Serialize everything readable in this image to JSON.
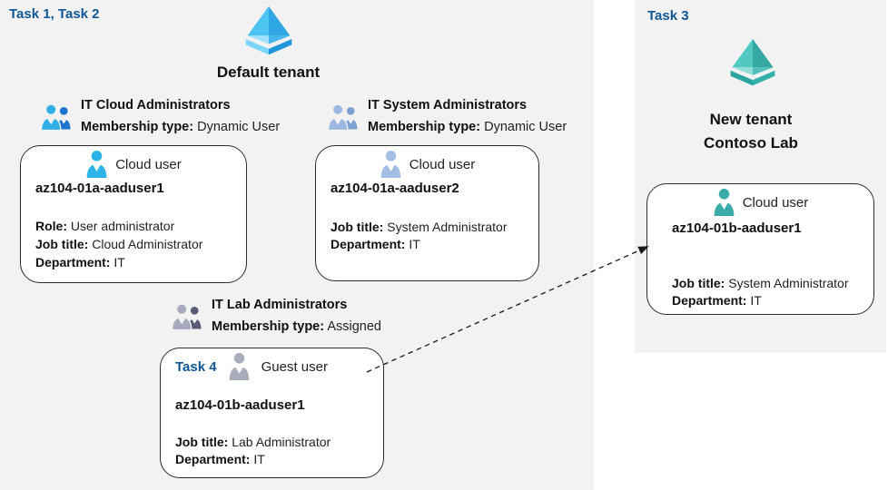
{
  "colors": {
    "panel_bg": "#f2f2f2",
    "task_label_blue": "#0f5796",
    "card_border": "#2b2b2b",
    "tenant_icon_blue_light_face": "#4cc3f1",
    "tenant_icon_blue_dark_face": "#2ea7e2",
    "tenant_icon_teal_light_face": "#52c8c2",
    "tenant_icon_teal_dark_face": "#35a8a3"
  },
  "left_panel": {
    "task_label": "Task 1, Task 2",
    "tenant": {
      "title": "Default tenant",
      "icon": "azure-tenant-pyramid-blue"
    },
    "groups": [
      {
        "title": "IT Cloud Administrators",
        "membership_label": "Membership type:",
        "membership_value": "Dynamic User",
        "icon": "group-people-blue"
      },
      {
        "title": "IT System Administrators",
        "membership_label": "Membership type:",
        "membership_value": "Dynamic User",
        "icon": "group-people-paleblue"
      },
      {
        "title": "IT Lab Administrators",
        "membership_label": "Membership type:",
        "membership_value": "Assigned",
        "icon": "group-people-gray"
      }
    ],
    "cards": [
      {
        "user_type": "Cloud user",
        "username": "az104-01a-aaduser1",
        "icon": "person-cyan",
        "details": [
          {
            "label": "Role:",
            "value": "User administrator"
          },
          {
            "label": "Job title:",
            "value": "Cloud Administrator"
          },
          {
            "label": "Department:",
            "value": "IT"
          }
        ]
      },
      {
        "user_type": "Cloud user",
        "username": "az104-01a-aaduser2",
        "icon": "person-paleblue",
        "details": [
          {
            "label": "Job title:",
            "value": "System Administrator"
          },
          {
            "label": "Department:",
            "value": "IT"
          }
        ]
      },
      {
        "task_label": "Task 4",
        "user_type": "Guest user",
        "username": "az104-01b-aaduser1",
        "icon": "person-gray",
        "details": [
          {
            "label": "Job title:",
            "value": "Lab Administrator"
          },
          {
            "label": "Department:",
            "value": "IT"
          }
        ]
      }
    ]
  },
  "right_panel": {
    "task_label": "Task 3",
    "tenant": {
      "title_line1": "New tenant",
      "title_line2": "Contoso Lab",
      "icon": "azure-tenant-pyramid-teal"
    },
    "card": {
      "user_type": "Cloud user",
      "username": "az104-01b-aaduser1",
      "icon": "person-teal",
      "details": [
        {
          "label": "Job title:",
          "value": "System Administrator"
        },
        {
          "label": "Department:",
          "value": "IT"
        }
      ]
    }
  },
  "connector": {
    "style": "dashed-arrow",
    "from": "guest-user-card",
    "to": "new-tenant-cloud-user-card"
  }
}
